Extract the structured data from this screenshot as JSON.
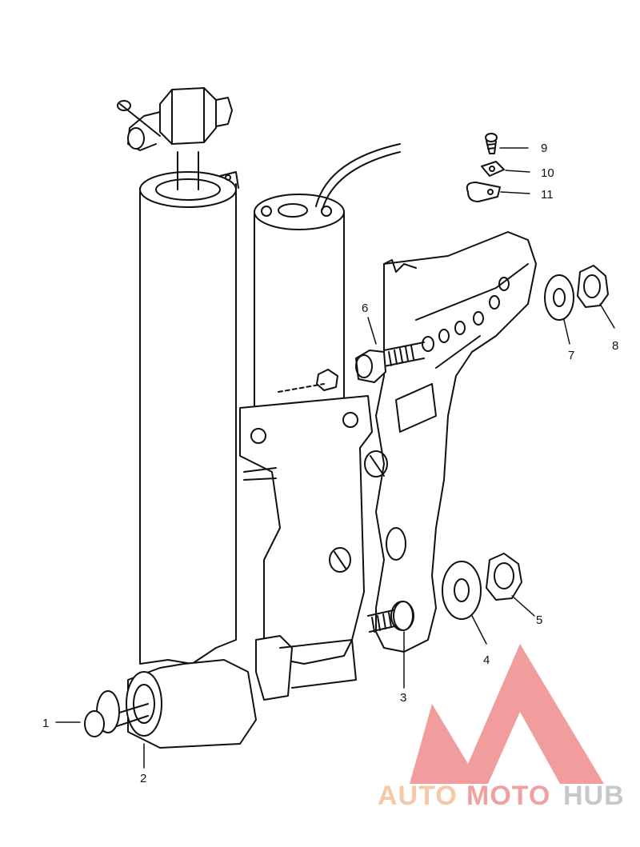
{
  "callouts": [
    "1",
    "2",
    "3",
    "4",
    "5",
    "6",
    "7",
    "8",
    "9",
    "10",
    "11"
  ],
  "watermark": {
    "part1": "AUTO",
    "part2": "MOTO",
    "part3": "HUB",
    "color1": "#f5c8a8",
    "color2": "#f0a0a0",
    "color3": "#c8c8c8",
    "logo_color": "#f08c8c"
  }
}
